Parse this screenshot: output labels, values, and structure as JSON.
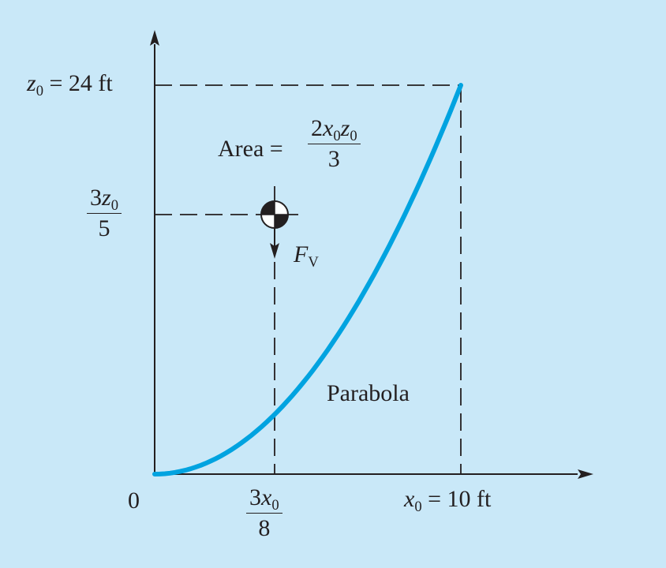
{
  "figure": {
    "origin_label": "0",
    "z0_label": {
      "var": "z",
      "sub": "0",
      "rest": " = 24 ft"
    },
    "x0_label": {
      "var": "x",
      "sub": "0",
      "rest": " = 10 ft"
    },
    "centroid_z_label": {
      "num_coef": "3",
      "num_var": "z",
      "num_sub": "0",
      "den": "5"
    },
    "centroid_x_label": {
      "num_coef": "3",
      "num_var": "x",
      "num_sub": "0",
      "den": "8"
    },
    "area_label": {
      "prefix": "Area = ",
      "num_coef": "2",
      "num_var1": "x",
      "num_sub1": "0",
      "num_var2": "z",
      "num_sub2": "0",
      "den": "3"
    },
    "force_label": {
      "var": "F",
      "sub": "V"
    },
    "curve_label": "Parabola",
    "colors": {
      "background": "#c9e8f8",
      "curve": "#00a3e0",
      "ink": "#231f20"
    }
  }
}
